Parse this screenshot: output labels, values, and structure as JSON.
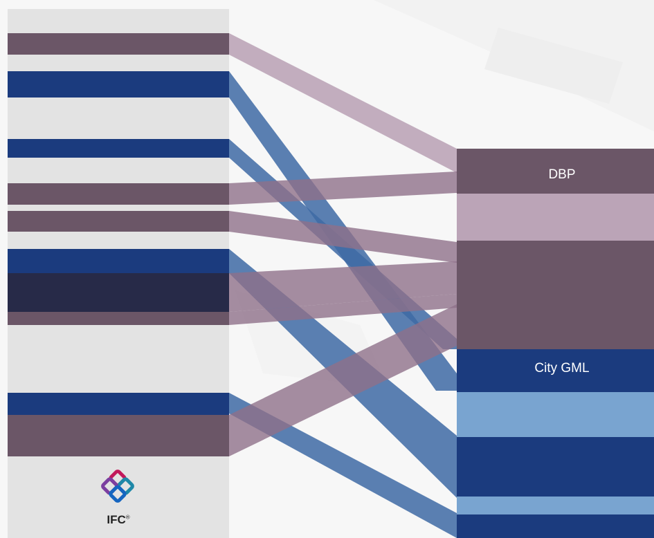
{
  "colors": {
    "background": "#f7f7f7",
    "left_panel": "#e3e3e3",
    "purple_dark": "#6b5667",
    "purple_light": "#bba4b7",
    "blue_dark": "#1b3b7e",
    "blue_light": "#79a4d0",
    "navy": "#272a48",
    "flow_purple": "#8f7189",
    "flow_purple_light": "#bba4b7",
    "flow_blue": "#3e6aa4"
  },
  "targets": {
    "dbp_label": "DBP",
    "citygml_label": "City GML"
  },
  "logo": {
    "name": "IFC",
    "text": "IFC",
    "registered": "®"
  }
}
